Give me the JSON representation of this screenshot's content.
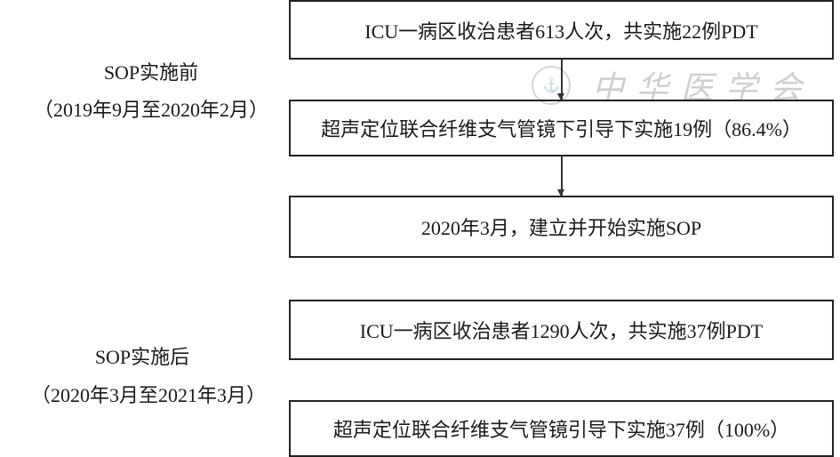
{
  "before": {
    "title": "SOP实施前",
    "period": "（2019年9月至2020年2月）",
    "box1": "ICU一病区收治患者613人次，共实施22例PDT",
    "box2": "超声定位联合纤维支气管镜下引导下实施19例（86.4%）"
  },
  "milestone": "2020年3月，建立并开始实施SOP",
  "after": {
    "title": "SOP实施后",
    "period": "（2020年3月至2021年3月）",
    "box1": "ICU一病区收治患者1290人次，共实施37例PDT",
    "box2": "超声定位联合纤维支气管镜引导下实施37例（100%）"
  },
  "watermark": "中华医学会"
}
